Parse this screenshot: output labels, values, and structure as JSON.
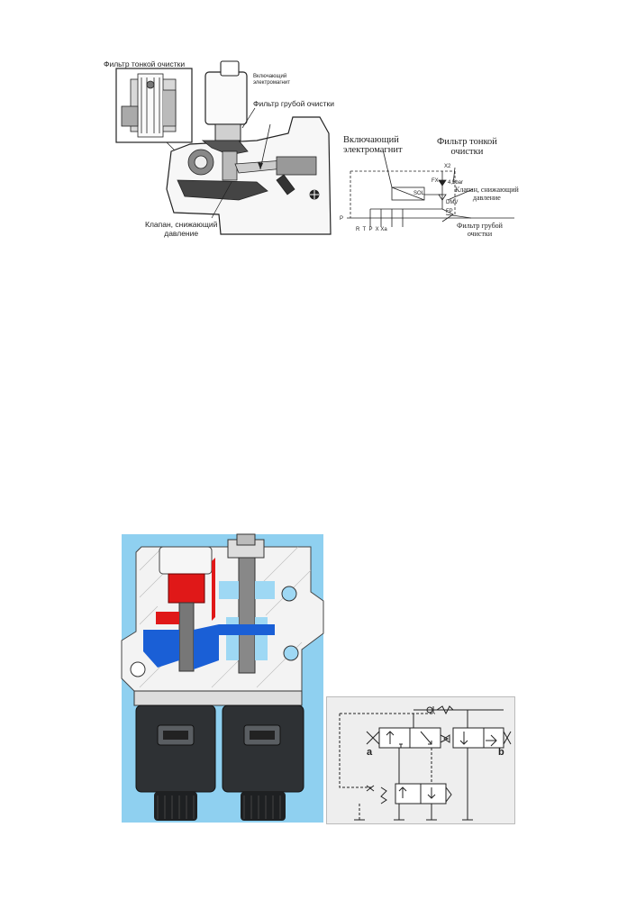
{
  "figure1": {
    "labels": {
      "fine_filter": "Фильтр тонкой очистки",
      "switching_magnet": "Включающий\nэлектромагнит",
      "coarse_filter": "Фильтр грубой очистки",
      "pressure_valve": "Клапан, снижающий\nдавление"
    }
  },
  "schematic1": {
    "labels": {
      "switching_magnet": "Включающий\nэлектромагнит",
      "fine_filter": "Фильтр тонкой\nочистки",
      "pressure_valve": "Клапан, снижающий\nдавление",
      "coarse_filter": "Фильтр грубой\nочистки"
    },
    "ports": {
      "x2": "X2",
      "fx": "FX",
      "pressure": "4,5bar",
      "dmv": "DMV",
      "fp": "FP",
      "sol": "SOL",
      "p": "P",
      "bottom": "R  T  P  X Xa"
    }
  },
  "figure2": {
    "colors": {
      "background": "#8fd0f0",
      "body": "#f3f3f3",
      "oil_blue": "#1a5fd6",
      "light_blue": "#9ed8f4",
      "red": "#e01818",
      "solenoid": "#2e3134"
    }
  },
  "schematic2": {
    "labels": {
      "a": "a",
      "b": "b"
    }
  }
}
